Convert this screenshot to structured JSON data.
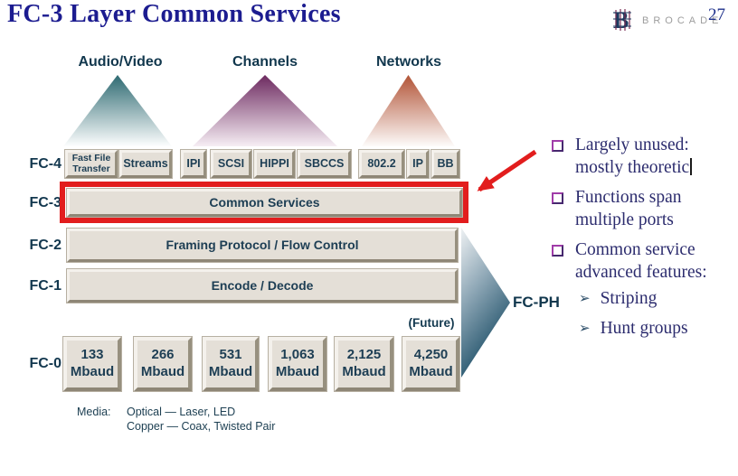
{
  "header": {
    "title": "FC-3 Layer Common Services",
    "brand": "BROCADE",
    "page_number": "27"
  },
  "triangles": [
    {
      "label": "Audio/Video",
      "top_color": "#2e6a72"
    },
    {
      "label": "Channels",
      "top_color": "#6d2a60"
    },
    {
      "label": "Networks",
      "top_color": "#b25437"
    }
  ],
  "stack": {
    "fc4": {
      "label": "FC-4",
      "boxes": [
        "Fast File Transfer",
        "Streams",
        "IPI",
        "SCSI",
        "HIPPI",
        "SBCCS",
        "802.2",
        "IP",
        "BB"
      ]
    },
    "fc3": {
      "label": "FC-3",
      "box": "Common Services"
    },
    "fc2": {
      "label": "FC-2",
      "box": "Framing Protocol / Flow Control"
    },
    "fc1": {
      "label": "FC-1",
      "box": "Encode / Decode"
    },
    "fc0": {
      "label": "FC-0",
      "future_note": "(Future)",
      "boxes": [
        {
          "value": "133",
          "unit": "Mbaud"
        },
        {
          "value": "266",
          "unit": "Mbaud"
        },
        {
          "value": "531",
          "unit": "Mbaud"
        },
        {
          "value": "1,063",
          "unit": "Mbaud"
        },
        {
          "value": "2,125",
          "unit": "Mbaud"
        },
        {
          "value": "4,250",
          "unit": "Mbaud"
        }
      ]
    }
  },
  "fcph": {
    "label": "FC-PH"
  },
  "bullets": [
    {
      "line1": "Largely unused:",
      "line2": "mostly theoretic",
      "has_text_cursor": true
    },
    {
      "line1": "Functions span",
      "line2": "multiple ports"
    },
    {
      "line1": "Common service",
      "line2": "advanced features:"
    }
  ],
  "sub_bullets": [
    {
      "label": "Striping"
    },
    {
      "label": "Hunt groups"
    }
  ],
  "media": {
    "label": "Media:",
    "line1": "Optical — Laser, LED",
    "line2": "Copper — Coax, Twisted Pair"
  },
  "icons": {
    "sub_bullet_arrow": "➢"
  },
  "colors": {
    "highlight_red": "#e21d1d",
    "title_blue": "#1c1c90",
    "bullet_text_blue": "#2c2c6e",
    "bullet_square_purple": "#a03ca8",
    "box_face_beige": "#e4dfd7",
    "label_navy": "#12374e",
    "fcph_steel_dark": "#174a63",
    "brand_gray": "#9d9d9d"
  }
}
